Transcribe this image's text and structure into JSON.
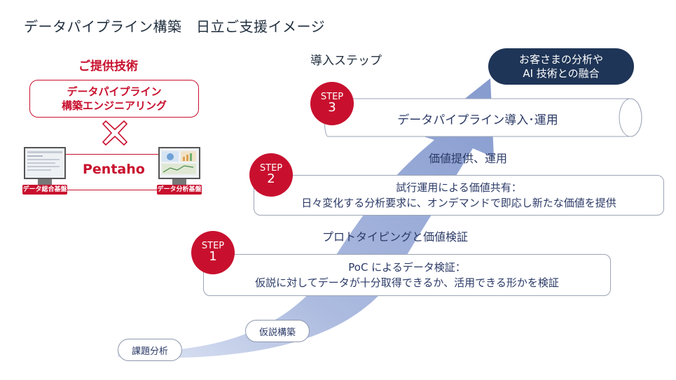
{
  "title": "データパイプライン構築　日立ご支援イメージ",
  "tech": {
    "heading": "ご提供技術",
    "box_line1": "データパイプライン",
    "box_line2": "構築エンジニアリング",
    "product": "Pentaho",
    "left_caption": "データ総合基盤",
    "right_caption": "データ分析基盤"
  },
  "steps_heading": "導入ステップ",
  "goal": {
    "line1": "お客さまの分析や",
    "line2": "AI 技術との融合"
  },
  "step3": {
    "s": "STEP",
    "n": "3",
    "text": "データパイプライン導入･運用"
  },
  "band_step3": "価値提供、運用",
  "step2": {
    "s": "STEP",
    "n": "2",
    "line1": "試行運用による価値共有：",
    "line2": "日々変化する分析要求に、オンデマンドで即応し新たな価値を提供"
  },
  "band_step2": "プロトタイピングと価値検証",
  "step1": {
    "s": "STEP",
    "n": "1",
    "line1": "PoC によるデータ検証：",
    "line2": "仮説に対してデータが十分取得できるか、活用できる形かを検証"
  },
  "hypothesis": "仮説構築",
  "issue": "課題分析",
  "colors": {
    "accent": "#c8102e",
    "navy": "#1f3557",
    "arrow": "#8ea3d4"
  }
}
